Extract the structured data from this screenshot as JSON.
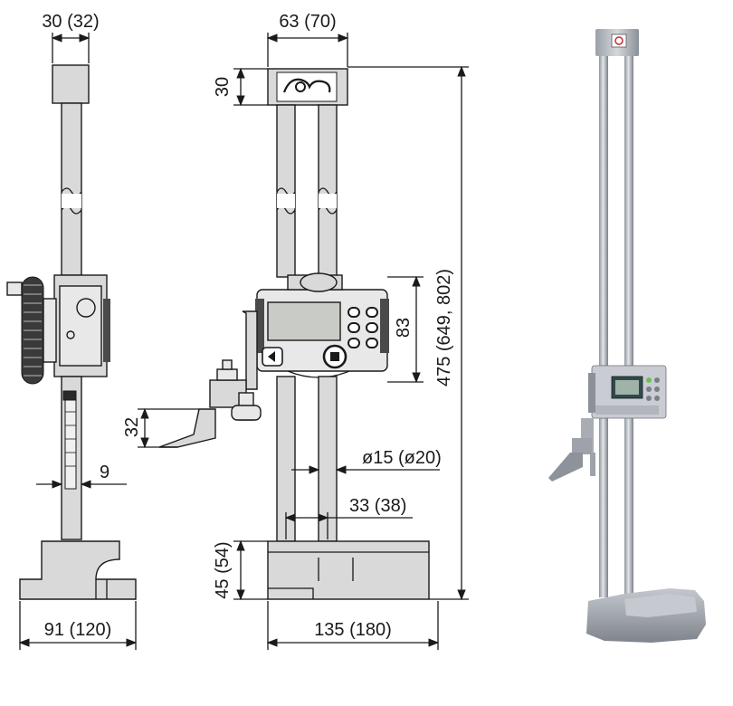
{
  "dimensions": {
    "side_top_width": "30 (32)",
    "front_top_width": "63 (70)",
    "head_height": "30",
    "overall_height": "475 (649, 802)",
    "slider_height": "83",
    "scriber_height": "32",
    "column_diameter": "ø15 (ø20)",
    "column_spacing": "33 (38)",
    "base_height": "45 (54)",
    "side_base_width": "91 (120)",
    "front_base_width": "135 (180)",
    "scale_offset": "9"
  },
  "colors": {
    "line": "#1a1a1a",
    "metal": "#d9d9d9",
    "photo_column": "#b8bcc4",
    "photo_base": "#9ea3ab"
  },
  "icons": {
    "brand_logo": "mitutoyo-logo",
    "origin_button": "origin-button-icon",
    "direction_button": "direction-arrow-icon"
  }
}
